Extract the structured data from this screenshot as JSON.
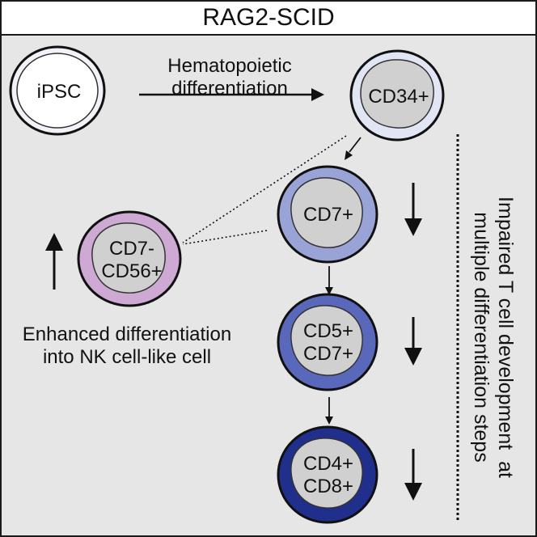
{
  "title": "RAG2-SCID",
  "arrow_label": {
    "line1": "Hematopoietic",
    "line2": "differentiation"
  },
  "cells": {
    "ipsc": {
      "line1": "iPSC",
      "line2": "",
      "fill": "#ffffff",
      "ring": "#f2f2f8"
    },
    "cd34": {
      "line1": "CD34+",
      "line2": "",
      "fill": "#d0d0d0",
      "ring": "#e2e6f4"
    },
    "cd7": {
      "line1": "CD7+",
      "line2": "",
      "fill": "#d0d0d0",
      "ring": "#9aa3d6"
    },
    "cd7cd56": {
      "line1": "CD7-",
      "line2": "CD56+",
      "fill": "#d0d0d0",
      "ring": "#cda9d3"
    },
    "cd5cd7": {
      "line1": "CD5+",
      "line2": "CD7+",
      "fill": "#d0d0d0",
      "ring": "#5968bb"
    },
    "cd4cd8": {
      "line1": "CD4+",
      "line2": "CD8+",
      "fill": "#d0d0d0",
      "ring": "#202f8c"
    }
  },
  "nk_label": {
    "line1": "Enhanced differentiation",
    "line2": "into NK cell-like cell"
  },
  "side_label": {
    "line1": "Impaired T cell development  at",
    "line2": "multiple differentiation steps"
  }
}
